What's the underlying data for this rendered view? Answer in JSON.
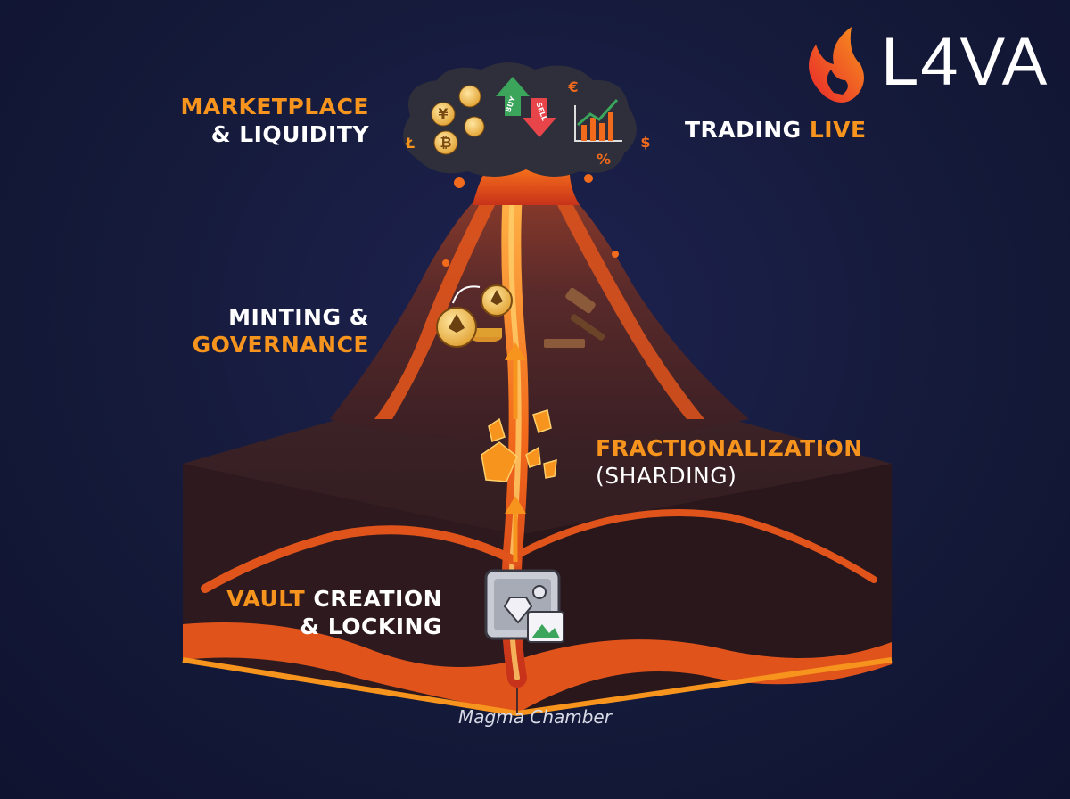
{
  "brand": {
    "name": "L4VA",
    "logo_icon": "flame-icon",
    "accent": "#f7941d",
    "flame_red": "#e8262b"
  },
  "stages": {
    "marketplace": {
      "line1": "MARKETPLACE",
      "line2": "& LIQUIDITY"
    },
    "trading": {
      "word1": "TRADING",
      "word2": "LIVE"
    },
    "minting": {
      "line1": "MINTING &",
      "line2": "GOVERNANCE"
    },
    "fractional": {
      "line1": "FRACTIONALIZATION",
      "line2": "(SHARDING)"
    },
    "vault": {
      "word1": "VAULT",
      "word2": "CREATION",
      "line2": "& LOCKING"
    }
  },
  "cloud_icons": {
    "coins": [
      "¥",
      "Ł",
      "₿",
      "€",
      "$",
      "%"
    ],
    "buy": "BUY",
    "sell": "SELL"
  },
  "caption": "Magma Chamber"
}
